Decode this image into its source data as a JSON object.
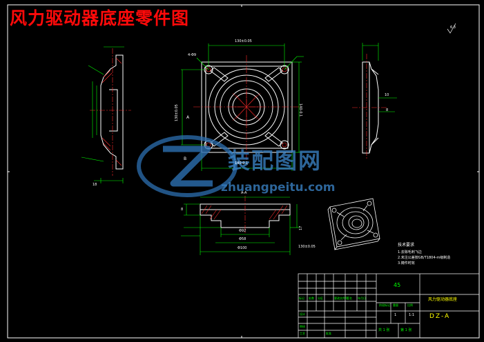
{
  "drawing": {
    "title": "风力驱动器底座零件图",
    "watermark": {
      "brand_cn": "装配图网",
      "brand_url": "zhuangpeitu.com"
    },
    "tech_notes": {
      "heading": "技术要求",
      "items": [
        "1.去除毛刺飞边",
        "2.未注公差按GB/T1804-m级制造",
        "3.铸件时效"
      ]
    },
    "title_block": {
      "material": "45",
      "part_name": "风力驱动器底座",
      "drawing_code": "DZ-A",
      "scale": "1:1",
      "count": "1",
      "sheet_total": "共 1 张",
      "sheet_no": "第 1 张",
      "row_labels": [
        "标记",
        "处数",
        "分区",
        "更改文件号",
        "签名",
        "年月日"
      ],
      "role_labels": [
        "设计",
        "审核",
        "工艺",
        "批准"
      ],
      "header_labels": [
        "阶段标记",
        "重量",
        "比例"
      ]
    },
    "dimensions": {
      "top_width": "130±0.05",
      "bottom_width": "140-0.1",
      "right_height": "140-0.1",
      "left_height": "130±0.05",
      "hole_spec": "4-Φ9",
      "side_thick": "18",
      "section_a": "A-A",
      "roughness": "6.3",
      "small_1": "10",
      "small_2": "8",
      "small_3": "17",
      "small_4": "8",
      "small_5": "Φ92",
      "small_6": "Φ58",
      "small_7": "Φ100",
      "small_8": "130±0.05",
      "view_b": "B",
      "view_a": "A"
    },
    "colors": {
      "outline": "#ffffff",
      "center": "#ff2a2a",
      "dim": "#00ff00",
      "frame": "#ffffff",
      "title": "#ff0a0a",
      "hatch": "#ff3030",
      "tb_text": "#00ff00",
      "tb_yellow": "#ffff00"
    }
  }
}
